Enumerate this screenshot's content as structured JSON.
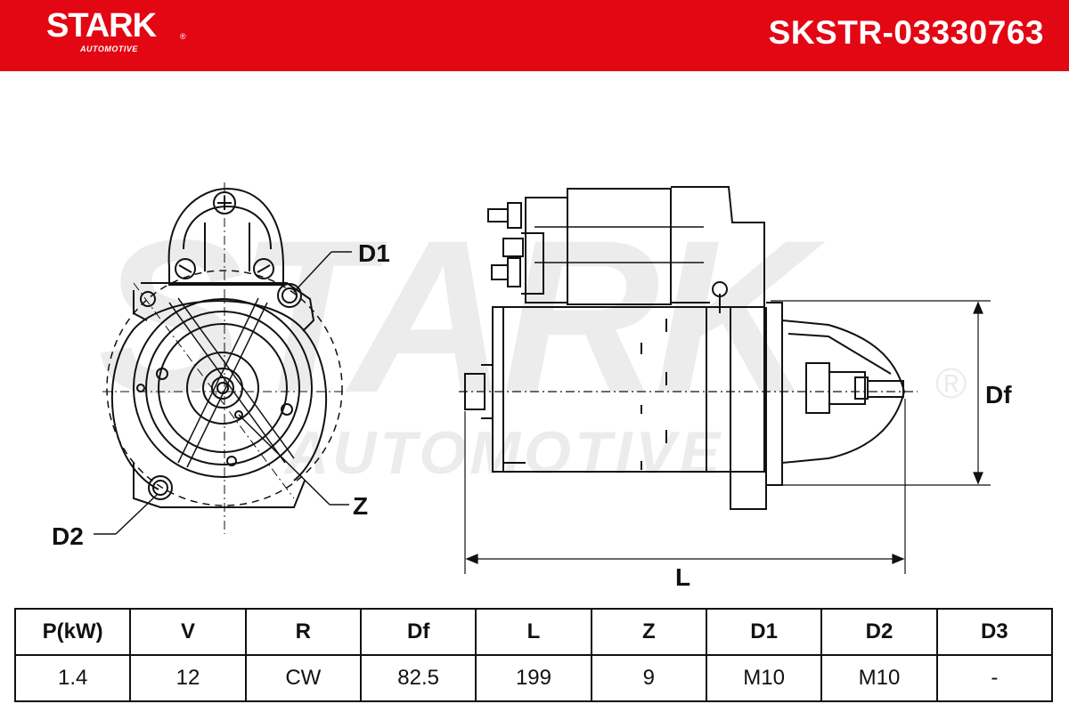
{
  "header": {
    "brand": "STARK",
    "brand_sub": "AUTOMOTIVE",
    "registered": "®",
    "part_number": "SKSTR-03330763",
    "color": "#e30613"
  },
  "watermark": {
    "word": "STARK",
    "sub": "AUTOMOTIVE",
    "registered": "®"
  },
  "drawing": {
    "labels": {
      "d1": "D1",
      "d2": "D2",
      "z": "Z",
      "df": "Df",
      "l": "L"
    }
  },
  "specs": {
    "headers": [
      "P(kW)",
      "V",
      "R",
      "Df",
      "L",
      "Z",
      "D1",
      "D2",
      "D3"
    ],
    "values": [
      "1.4",
      "12",
      "CW",
      "82.5",
      "199",
      "9",
      "M10",
      "M10",
      "-"
    ]
  }
}
